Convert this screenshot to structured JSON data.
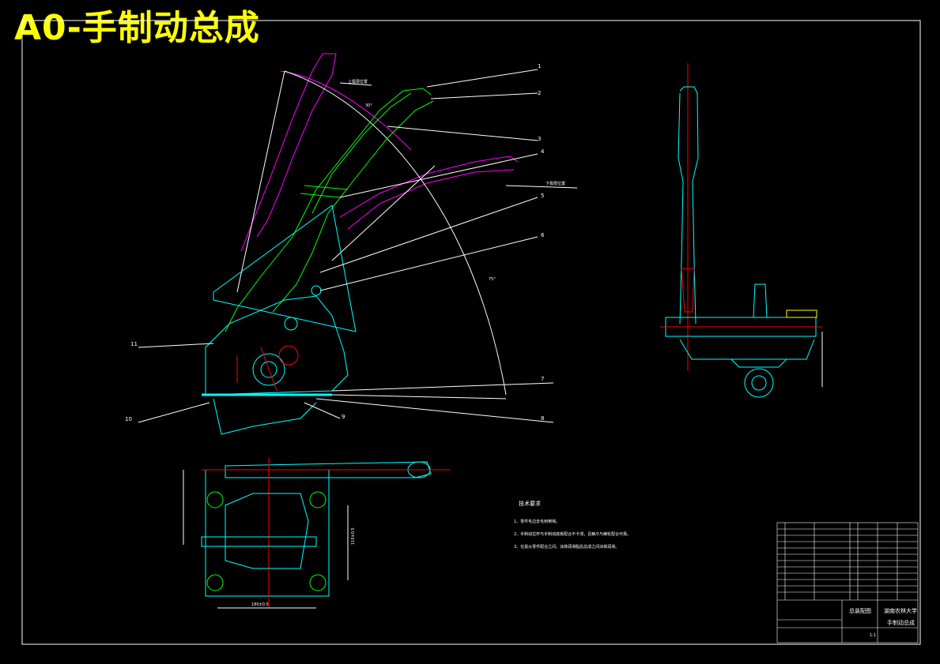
{
  "title": "A0-手制动总成",
  "callouts": [
    "1",
    "2",
    "3",
    "4",
    "5",
    "6",
    "7",
    "8",
    "9",
    "10",
    "11"
  ],
  "position_labels": {
    "upper": "上极限位置",
    "lower": "下极限位置"
  },
  "angles": {
    "upper": "30°",
    "sweep": "75°"
  },
  "technical_requirements": {
    "heading": "技术要求",
    "items": [
      "1、零件毛边去毛刺倒钝。",
      "2、手制动拉杆与手制动底板配合不卡滞，且棘爪与棘轮配合可靠。",
      "3、在拔从零件配合之间，涂抹润滑脂后总成之间涂抹润滑。"
    ]
  },
  "dimensions": {
    "width": "180±0.5",
    "height": "110±0.5"
  },
  "title_block": {
    "university": "湖南农林大学",
    "drawing_name": "手制动总成",
    "assembly": "总装配图",
    "scale": "1:1"
  },
  "colors": {
    "background": "#000000",
    "title": "#ffff00",
    "outline": "#00ffff",
    "part_highlight": "#00ff00",
    "limit_position": "#ff00ff",
    "center_line": "#ff0000",
    "leader": "#ffffff"
  }
}
